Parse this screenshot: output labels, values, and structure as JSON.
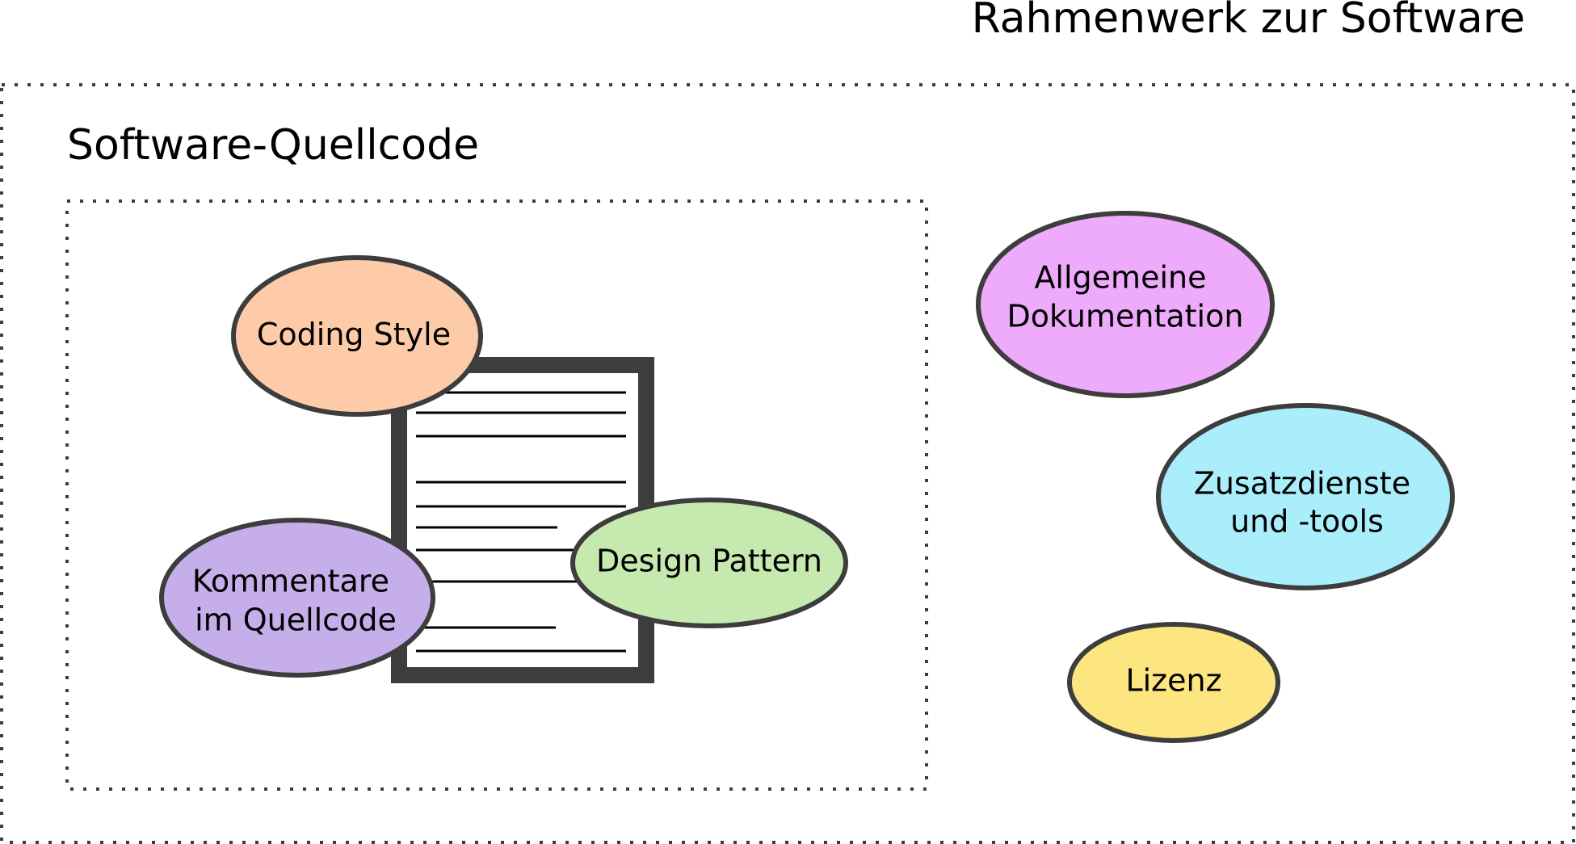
{
  "outer_frame": {
    "title": "Rahmenwerk zur Software"
  },
  "inner_frame": {
    "title": "Software-Quellcode"
  },
  "colors": {
    "outline": "#3d3d3d",
    "coding_style": "#fdcba8",
    "kommentare": "#c5aee9",
    "design_pattern": "#c6e9b0",
    "allgemeine_dokumentation": "#eeaafb",
    "zusatzdienste": "#aaedfb",
    "lizenz": "#fde680"
  },
  "concepts": {
    "coding_style": {
      "lines": [
        "Coding Style"
      ]
    },
    "kommentare": {
      "lines": [
        "Kommentare",
        "im Quellcode"
      ]
    },
    "design_pattern": {
      "lines": [
        "Design Pattern"
      ]
    },
    "allgemeine_dokumentation": {
      "lines": [
        "Allgemeine",
        "Dokumentation"
      ]
    },
    "zusatzdienste": {
      "lines": [
        "Zusatzdienste",
        "und -tools"
      ]
    },
    "lizenz": {
      "lines": [
        "Lizenz"
      ]
    }
  },
  "icons": {
    "source_document": "document-icon"
  }
}
